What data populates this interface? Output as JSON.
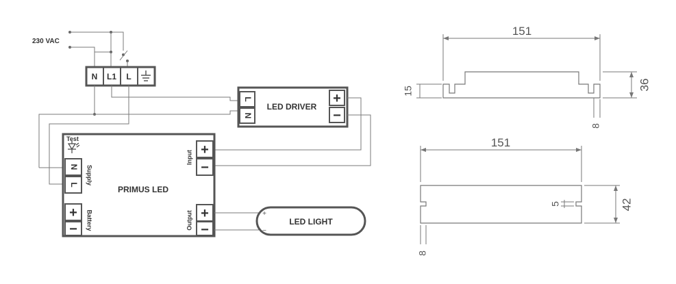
{
  "wiring": {
    "mains_label": "230 VAC",
    "terminal_block": [
      "N",
      "L1",
      "L"
    ],
    "led_driver": {
      "title": "LED DRIVER",
      "left_terms": [
        "L",
        "N"
      ],
      "right_terms": [
        "+",
        "−"
      ]
    },
    "primus": {
      "title": "PRIMUS LED",
      "test_label": "Test",
      "supply_label": "Supply",
      "supply_terms": [
        "N",
        "L"
      ],
      "battery_label": "Battery",
      "battery_terms": [
        "+",
        "−"
      ],
      "input_label": "Input",
      "input_terms": [
        "+",
        "−"
      ],
      "output_label": "Output",
      "output_terms": [
        "+",
        "−"
      ]
    },
    "led_light": {
      "title": "LED LIGHT",
      "plus": "+",
      "minus": "−"
    }
  },
  "dimensions": {
    "side_view": {
      "length": "151",
      "height": "36",
      "foot_height": "15",
      "foot_width": "8"
    },
    "front_view": {
      "length": "151",
      "height": "42",
      "slot": "5",
      "foot_width": "8"
    }
  }
}
